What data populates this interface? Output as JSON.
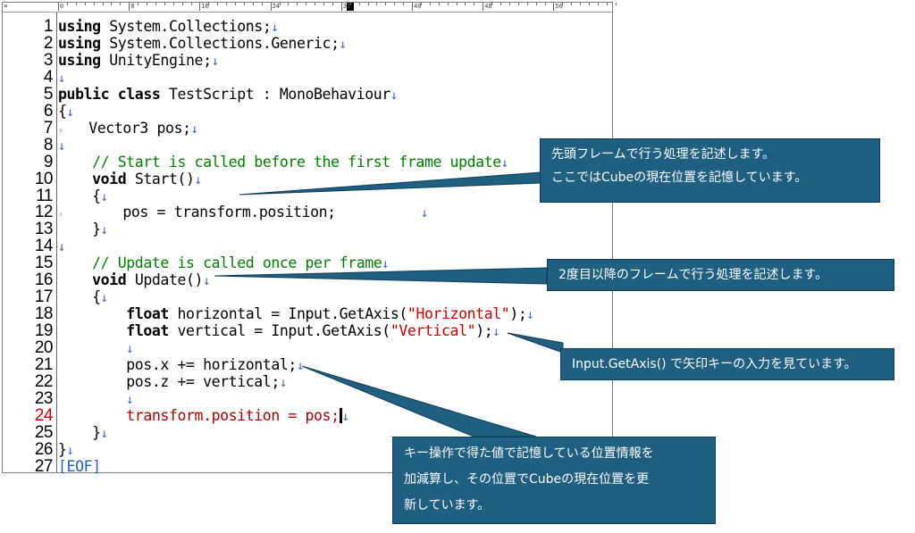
{
  "ruler": {
    "marks": [
      "0",
      "8",
      "16",
      "24",
      "32",
      "40",
      "48",
      "56"
    ],
    "arrow": "»"
  },
  "code_lines": [
    {
      "n": "1",
      "parts": [
        {
          "k": "kw",
          "t": "using"
        },
        {
          "k": "",
          "t": " System.Collections;"
        },
        {
          "k": "mk",
          "t": "↓"
        }
      ]
    },
    {
      "n": "2",
      "parts": [
        {
          "k": "kw",
          "t": "using"
        },
        {
          "k": "",
          "t": " System.Collections.Generic;"
        },
        {
          "k": "mk",
          "t": "↓"
        }
      ]
    },
    {
      "n": "3",
      "parts": [
        {
          "k": "kw",
          "t": "using"
        },
        {
          "k": "",
          "t": " UnityEngine;"
        },
        {
          "k": "mk",
          "t": "↓"
        }
      ]
    },
    {
      "n": "4",
      "parts": [
        {
          "k": "mk",
          "t": "↓"
        }
      ]
    },
    {
      "n": "5",
      "parts": [
        {
          "k": "kw",
          "t": "public class"
        },
        {
          "k": "",
          "t": " TestScript : MonoBehaviour"
        },
        {
          "k": "mk",
          "t": "↓"
        }
      ]
    },
    {
      "n": "6",
      "parts": [
        {
          "k": "",
          "t": "{"
        },
        {
          "k": "mk",
          "t": "↓"
        }
      ]
    },
    {
      "n": "7",
      "parts": [
        {
          "k": "tab",
          "t": "›"
        },
        {
          "k": "",
          "t": "   Vector3 pos;"
        },
        {
          "k": "mk",
          "t": "↓"
        }
      ]
    },
    {
      "n": "8",
      "parts": [
        {
          "k": "mk",
          "t": "↓"
        }
      ]
    },
    {
      "n": "9",
      "parts": [
        {
          "k": "",
          "t": "    "
        },
        {
          "k": "cm",
          "t": "// Start is called before the first frame update"
        },
        {
          "k": "mk",
          "t": "↓"
        }
      ]
    },
    {
      "n": "10",
      "parts": [
        {
          "k": "",
          "t": "    "
        },
        {
          "k": "kw",
          "t": "void"
        },
        {
          "k": "",
          "t": " Start()"
        },
        {
          "k": "mk",
          "t": "↓"
        }
      ]
    },
    {
      "n": "11",
      "parts": [
        {
          "k": "",
          "t": "    {"
        },
        {
          "k": "mk",
          "t": "↓"
        }
      ]
    },
    {
      "n": "12",
      "parts": [
        {
          "k": "tab",
          "t": "›"
        },
        {
          "k": "",
          "t": "       pos = transform.position;          "
        },
        {
          "k": "mk",
          "t": "↓"
        }
      ]
    },
    {
      "n": "13",
      "parts": [
        {
          "k": "",
          "t": "    }"
        },
        {
          "k": "mk",
          "t": "↓"
        }
      ]
    },
    {
      "n": "14",
      "parts": [
        {
          "k": "mk",
          "t": "↓"
        }
      ]
    },
    {
      "n": "15",
      "parts": [
        {
          "k": "",
          "t": "    "
        },
        {
          "k": "cm",
          "t": "// Update is called once per frame"
        },
        {
          "k": "mk",
          "t": "↓"
        }
      ]
    },
    {
      "n": "16",
      "parts": [
        {
          "k": "",
          "t": "    "
        },
        {
          "k": "kw",
          "t": "void"
        },
        {
          "k": "",
          "t": " Update()"
        },
        {
          "k": "mk",
          "t": "↓"
        }
      ]
    },
    {
      "n": "17",
      "parts": [
        {
          "k": "",
          "t": "    {"
        },
        {
          "k": "mk",
          "t": "↓"
        }
      ]
    },
    {
      "n": "18",
      "parts": [
        {
          "k": "",
          "t": "        "
        },
        {
          "k": "kw",
          "t": "float"
        },
        {
          "k": "",
          "t": " horizontal = Input.GetAxis("
        },
        {
          "k": "str",
          "t": "\"Horizontal\""
        },
        {
          "k": "",
          "t": ");"
        },
        {
          "k": "mk",
          "t": "↓"
        }
      ]
    },
    {
      "n": "19",
      "parts": [
        {
          "k": "",
          "t": "        "
        },
        {
          "k": "kw",
          "t": "float"
        },
        {
          "k": "",
          "t": " vertical = Input.GetAxis("
        },
        {
          "k": "str",
          "t": "\"Vertical\""
        },
        {
          "k": "",
          "t": ");"
        },
        {
          "k": "mk",
          "t": "↓"
        }
      ]
    },
    {
      "n": "20",
      "parts": [
        {
          "k": "",
          "t": "        "
        },
        {
          "k": "mk",
          "t": "↓"
        }
      ]
    },
    {
      "n": "21",
      "parts": [
        {
          "k": "",
          "t": "        pos.x += horizontal;"
        },
        {
          "k": "mk",
          "t": "↓"
        }
      ]
    },
    {
      "n": "22",
      "parts": [
        {
          "k": "",
          "t": "        pos.z += vertical;"
        },
        {
          "k": "mk",
          "t": "↓"
        }
      ]
    },
    {
      "n": "23",
      "parts": [
        {
          "k": "",
          "t": "        "
        },
        {
          "k": "mk",
          "t": "↓"
        }
      ]
    },
    {
      "n": "24",
      "active": true,
      "parts": [
        {
          "k": "red",
          "t": "        transform.position = pos;"
        },
        {
          "k": "caret",
          "t": ""
        },
        {
          "k": "mk",
          "t": "↓"
        }
      ]
    },
    {
      "n": "25",
      "parts": [
        {
          "k": "",
          "t": "    }"
        },
        {
          "k": "mk",
          "t": "↓"
        }
      ]
    },
    {
      "n": "26",
      "parts": [
        {
          "k": "",
          "t": "}"
        },
        {
          "k": "mk",
          "t": "↓"
        }
      ]
    },
    {
      "n": "27",
      "parts": [
        {
          "k": "eof",
          "t": "[EOF]"
        }
      ]
    }
  ],
  "callouts": {
    "start": {
      "lines": [
        "先頭フレームで行う処理を記述します。",
        "ここではCubeの現在位置を記憶しています。"
      ]
    },
    "update": {
      "lines": [
        "2度目以降のフレームで行う処理を記述します。"
      ]
    },
    "getaxis": {
      "lines": [
        "Input.GetAxis() で矢印キーの入力を見ています。"
      ]
    },
    "position": {
      "lines": [
        "キー操作で得た値で記憶している位置情報を",
        "加減算し、その位置でCubeの現在位置を更",
        "新しています。"
      ]
    }
  },
  "colors": {
    "callout_bg": "#1f5f82",
    "keyword": "#000000",
    "comment": "#008000",
    "string": "#d00000",
    "newline_mark": "#3a5fcd"
  }
}
